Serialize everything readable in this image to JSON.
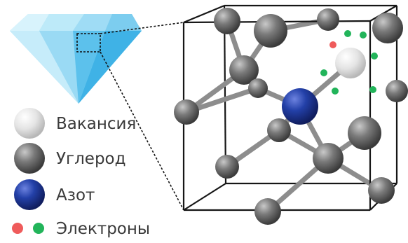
{
  "legend": {
    "vacancy": "Вакансия",
    "carbon": "Углерод",
    "nitrogen": "Азот",
    "electrons": "Электроны"
  },
  "colors": {
    "diamond_light": "#cdeefa",
    "diamond_mid": "#8fd6f3",
    "diamond_dark": "#3fb6e8",
    "carbon": "#6a6a6a",
    "nitrogen": "#2340a8",
    "vacancy": "#e6e6e6",
    "electron_red": "#ef5b5b",
    "electron_green": "#22b45a",
    "cube_edge": "#161616",
    "bond": "#8d8d8d"
  },
  "icons": {
    "gem": "diamond-icon",
    "zoom": "zoom-box"
  }
}
